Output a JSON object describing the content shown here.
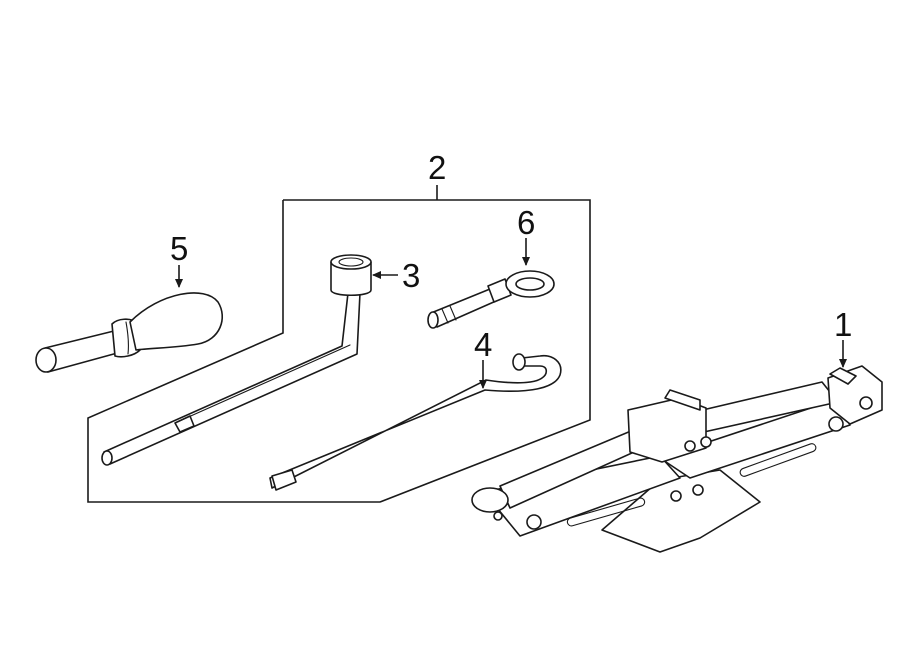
{
  "callouts": {
    "c1": "1",
    "c2": "2",
    "c3": "3",
    "c4": "4",
    "c5": "5",
    "c6": "6"
  },
  "parts": [
    {
      "ref": "1",
      "icon": "scissor-jack-icon"
    },
    {
      "ref": "2",
      "icon": "tool-kit-box"
    },
    {
      "ref": "3",
      "icon": "lug-wrench-icon"
    },
    {
      "ref": "4",
      "icon": "jack-handle-icon"
    },
    {
      "ref": "5",
      "icon": "wrench-handle-grip-icon"
    },
    {
      "ref": "6",
      "icon": "tow-eye-hook-icon"
    }
  ],
  "colors": {
    "line": "#1a1a1a",
    "background": "#ffffff"
  }
}
